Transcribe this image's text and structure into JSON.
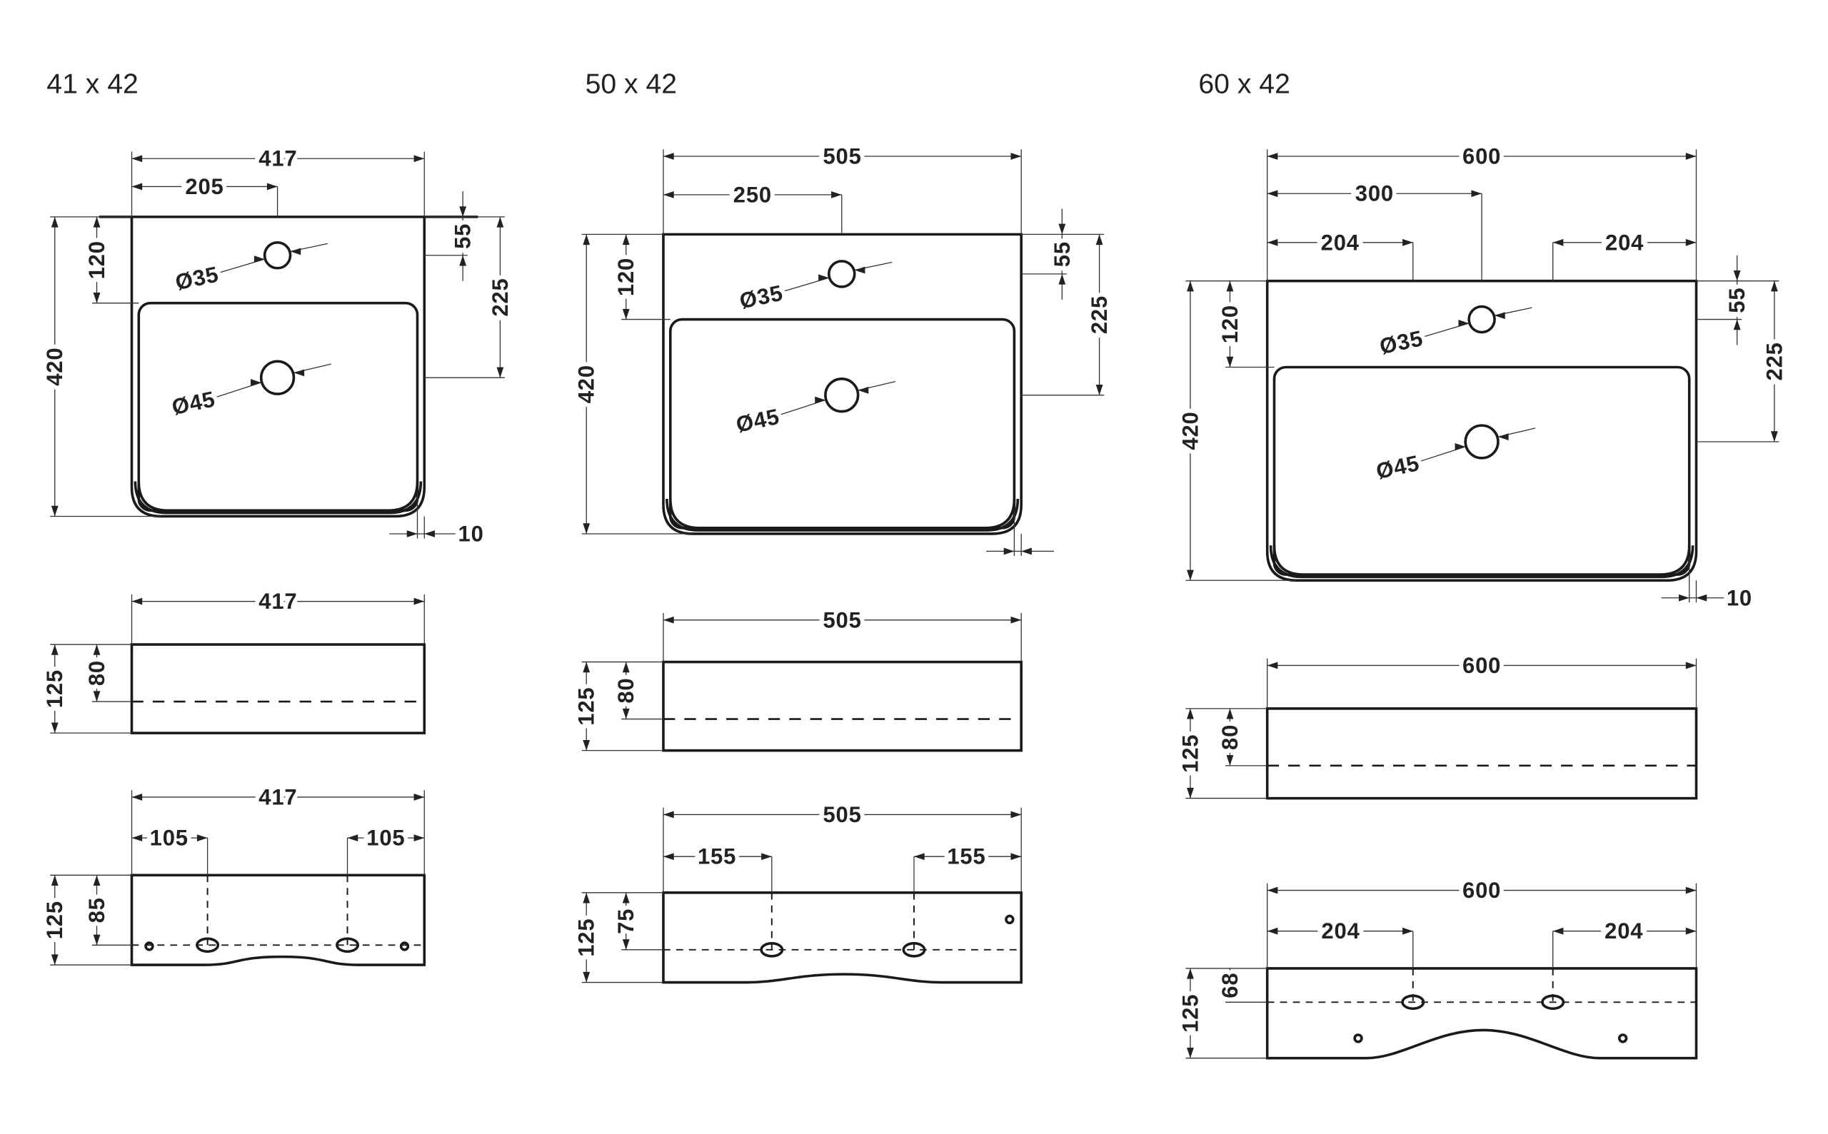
{
  "panels": [
    {
      "title": "41 x 42",
      "top": {
        "width": "417",
        "tap_offset_x": "205",
        "depth": "420",
        "basin_offset": "120",
        "tap_from_top": "55",
        "drain_from_top": "225",
        "rim": "10",
        "tap_hole": "Ø35",
        "drain_hole": "Ø45"
      },
      "side": {
        "width": "417",
        "height": "125",
        "inner": "80"
      },
      "bottom": {
        "width": "417",
        "left_offset": "105",
        "right_offset": "105",
        "height": "125",
        "mount_height": "85"
      }
    },
    {
      "title": "50 x 42",
      "top": {
        "width": "505",
        "tap_offset_x": "250",
        "depth": "420",
        "basin_offset": "120",
        "tap_from_top": "55",
        "drain_from_top": "225",
        "tap_hole": "Ø35",
        "drain_hole": "Ø45"
      },
      "side": {
        "width": "505",
        "height": "125",
        "inner": "80"
      },
      "bottom": {
        "width": "505",
        "left_offset": "155",
        "right_offset": "155",
        "height": "125",
        "mount_height": "75"
      }
    },
    {
      "title": "60 x 42",
      "top": {
        "width": "600",
        "tap_offset_x": "300",
        "left_offset": "204",
        "right_offset": "204",
        "depth": "420",
        "basin_offset": "120",
        "tap_from_top": "55",
        "drain_from_top": "225",
        "rim": "10",
        "tap_hole": "Ø35",
        "drain_hole": "Ø45"
      },
      "side": {
        "width": "600",
        "height": "125",
        "inner": "80"
      },
      "bottom": {
        "width": "600",
        "left_offset": "204",
        "right_offset": "204",
        "height": "125",
        "mount_height": "68"
      }
    }
  ]
}
